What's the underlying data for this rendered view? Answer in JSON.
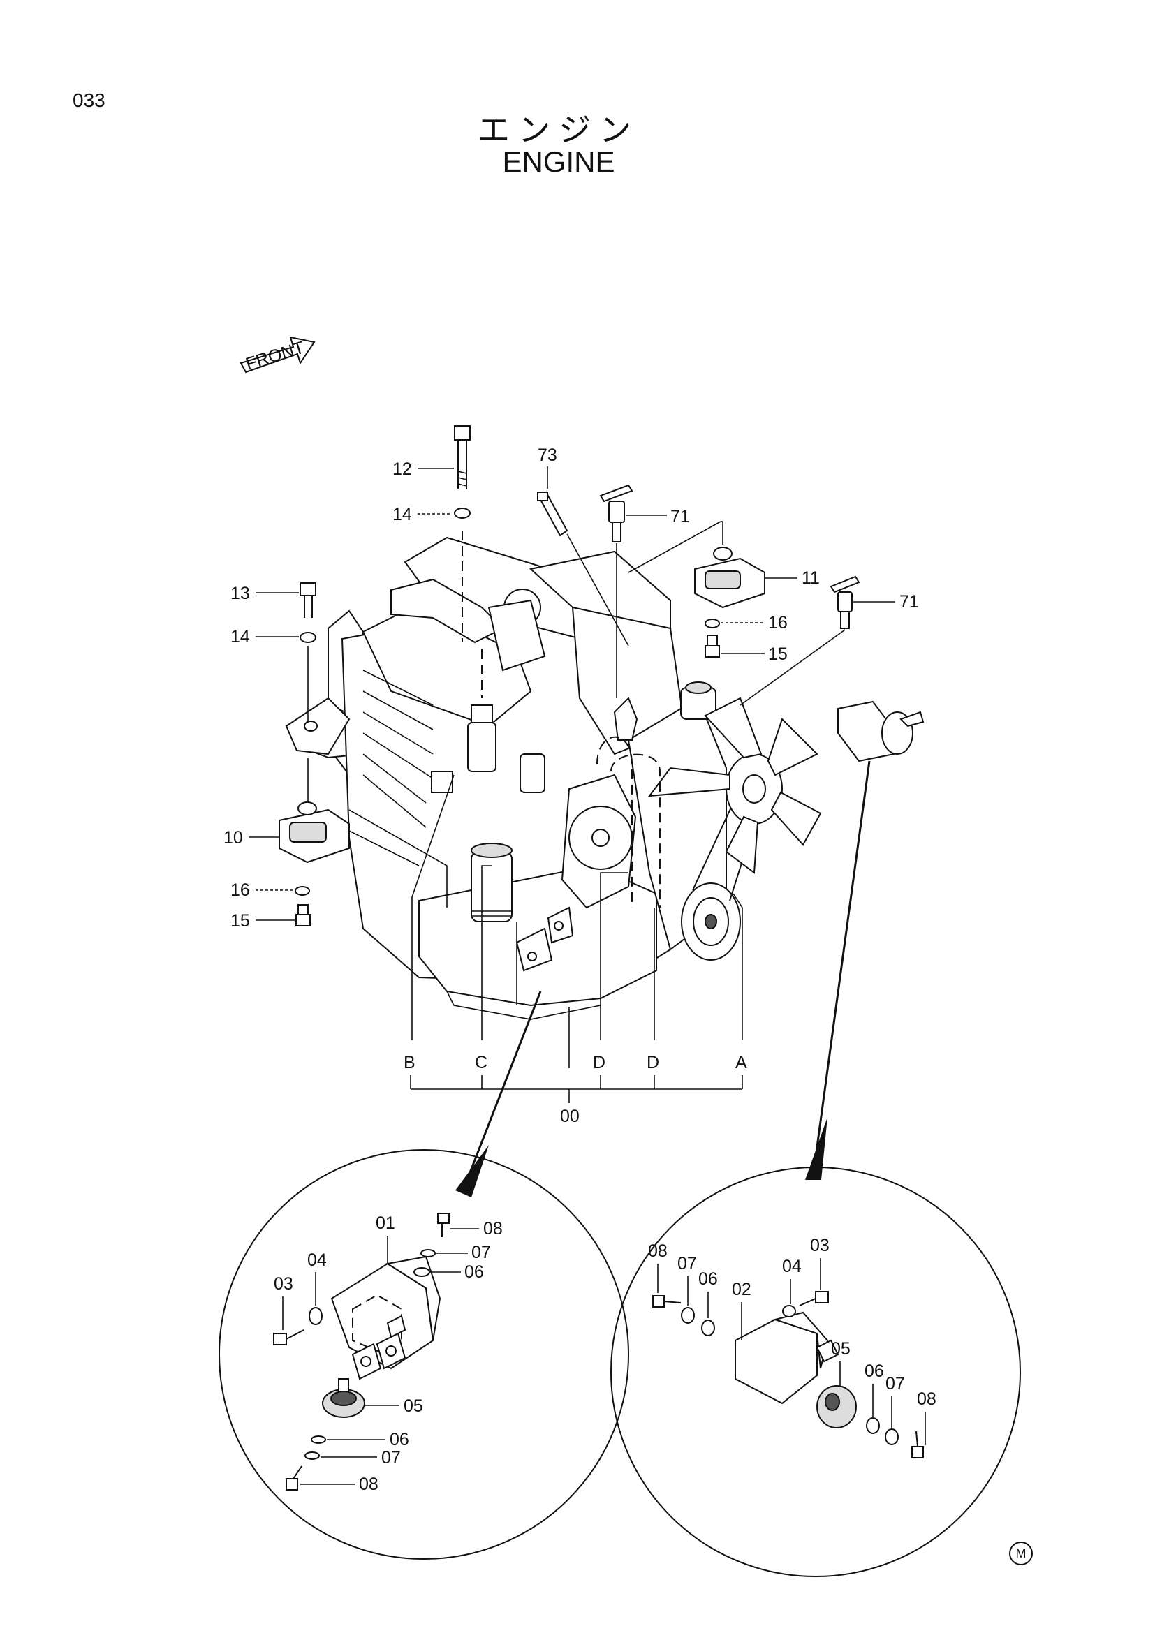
{
  "page_number": "033",
  "title_jp": "エンジン",
  "title_en": "ENGINE",
  "front_label": "FRONT",
  "copyright_mark": "M",
  "callouts": {
    "p00": "00",
    "p10": "10",
    "p11": "11",
    "p12": "12",
    "p13": "13",
    "p14a": "14",
    "p14b": "14",
    "p15a": "15",
    "p15b": "15",
    "p16a": "16",
    "p16b": "16",
    "p71a": "71",
    "p71b": "71",
    "p73": "73"
  },
  "refs": {
    "a": "A",
    "b": "B",
    "c": "C",
    "d1": "D",
    "d2": "D"
  },
  "detail_left": {
    "p01": "01",
    "p03": "03",
    "p04": "04",
    "p05": "05",
    "p06a": "06",
    "p06b": "06",
    "p07a": "07",
    "p07b": "07",
    "p08a": "08",
    "p08b": "08"
  },
  "detail_right": {
    "p02": "02",
    "p03": "03",
    "p04": "04",
    "p05": "05",
    "p06a": "06",
    "p06b": "06",
    "p07a": "07",
    "p07b": "07",
    "p08a": "08",
    "p08b": "08"
  }
}
